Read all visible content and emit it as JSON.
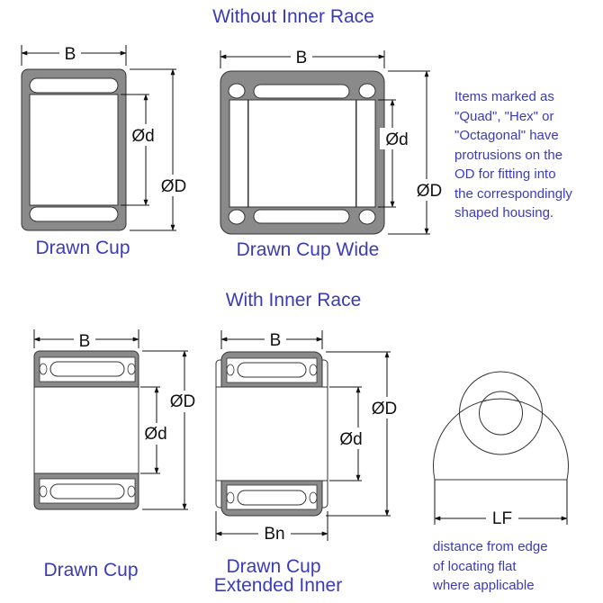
{
  "headings": {
    "without_inner_race": "Without Inner Race",
    "with_inner_race": "With Inner Race"
  },
  "labels": {
    "drawn_cup_1": "Drawn Cup",
    "drawn_cup_wide": "Drawn Cup Wide",
    "drawn_cup_2": "Drawn Cup",
    "drawn_cup_ext_line1": "Drawn Cup",
    "drawn_cup_ext_line2": "Extended Inner"
  },
  "dims": {
    "B": "B",
    "d": "Ød",
    "D": "ØD",
    "Bn": "Bn",
    "LF": "LF"
  },
  "notes": {
    "profiles": [
      "Items marked as",
      "\"Quad\", \"Hex\" or",
      "\"Octagonal\" have",
      "protrusions on the",
      "OD for fitting into",
      "the correspondingly",
      "shaped housing."
    ],
    "lf": [
      "distance from edge",
      "of locating flat",
      "where applicable"
    ]
  },
  "colors": {
    "text": "#3b3bb8",
    "cup_gray": "#8a8a8a",
    "line": "#111111"
  }
}
